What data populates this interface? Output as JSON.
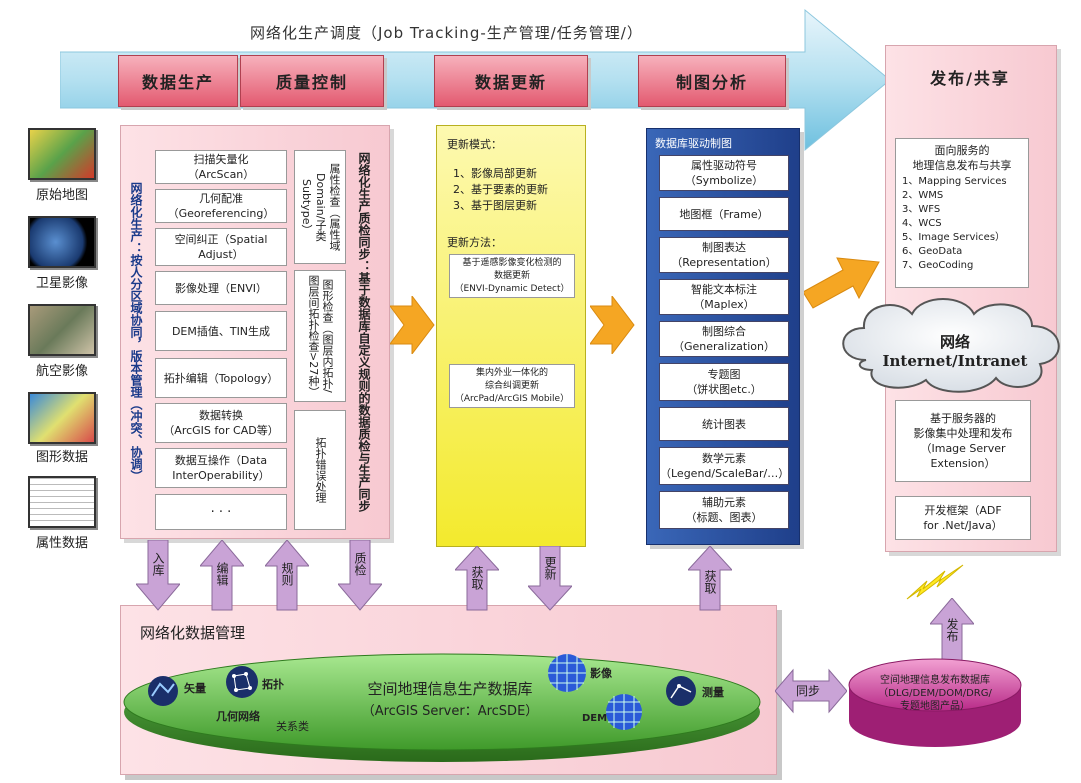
{
  "title": "网络化生产调度（Job Tracking-生产管理/任务管理/）",
  "stages": [
    "数据生产",
    "质量控制",
    "数据更新",
    "制图分析",
    "发布/共享"
  ],
  "side_items": [
    "原始地图",
    "卫星影像",
    "航空影像",
    "图形数据",
    "属性数据"
  ],
  "production": {
    "side_label": "网络化生产：按人分区域协同，版本管理（冲突、协调）",
    "items": [
      "扫描矢量化\n（ArcScan）",
      "几何配准\n（Georeferencing）",
      "空间纠正（Spatial\nAdjust）",
      "影像处理（ENVI）",
      "DEM插值、TIN生成",
      "拓扑编辑（Topology）",
      "数据转换\n（ArcGIS for CAD等）",
      "数据互操作（Data\nInterOperability）",
      "· · ·"
    ],
    "qc_items": [
      "属性检查（属性域Domain/子类Subtype）",
      "图形检查（图层内拓扑/图层间拓扑检查>27种）",
      "拓扑错误处理"
    ],
    "qc_sync": "网络化生产质检同步：基于数据库自定义规则的数据质检与生产同步"
  },
  "update": {
    "mode_title": "更新模式：",
    "modes": [
      "1、影像局部更新",
      "2、基于要素的更新",
      "3、基于图层更新"
    ],
    "method_title": "更新方法：",
    "method1": "基于遥感影像变化检测的\n数据更新\n（ENVI-Dynamic Detect）",
    "method2": "集内外业一体化的\n综合纠调更新\n（ArcPad/ArcGIS Mobile）"
  },
  "cartography": {
    "title": "数据库驱动制图",
    "items": [
      "属性驱动符号\n（Symbolize）",
      "地图框（Frame）",
      "制图表达\n（Representation）",
      "智能文本标注\n（Maplex）",
      "制图综合\n（Generalization）",
      "专题图\n（饼状图etc.）",
      "统计图表",
      "数学元素\n（Legend/ScaleBar/…）",
      "辅助元素\n（标题、图表）"
    ]
  },
  "publish": {
    "services_title": "面向服务的\n地理信息发布与共享",
    "services": [
      "1、Mapping Services",
      "2、WMS",
      "3、WFS",
      "4、WCS",
      "5、Image Services）",
      "6、GeoData",
      "7、GeoCoding"
    ],
    "network": "网络 Internet/Intranet",
    "image_server": "基于服务器的\n影像集中处理和发布\n（Image Server\nExtension）",
    "framework": "开发框架（ADF\nfor .Net/Java）"
  },
  "arrows": {
    "ruku": "入库",
    "bianji": "编辑",
    "guize": "规则",
    "zhijian": "质检",
    "huoqu1": "获取",
    "gengxin": "更新",
    "huoqu2": "获取",
    "fabu": "发布",
    "tongbu": "同步"
  },
  "db": {
    "panel_title": "网络化数据管理",
    "title": "空间地理信息生产数据库",
    "subtitle": "（ArcGIS Server：ArcSDE）",
    "labels": {
      "vector": "矢量",
      "topology": "拓扑",
      "geometric_network": "几何网络",
      "relationship": "关系类",
      "image": "影像",
      "dem": "DEM",
      "survey": "测量"
    }
  },
  "pub_db": {
    "text": "空间地理信息发布数据库\n（DLG/DEM/DOM/DRG/\n专题地图产品）"
  },
  "colors": {
    "pink": "#f7c9d1",
    "yellow": "#f3ea2d",
    "blue": "#1f3f8a",
    "green": "#6dc95a",
    "orange": "#f5a623"
  }
}
